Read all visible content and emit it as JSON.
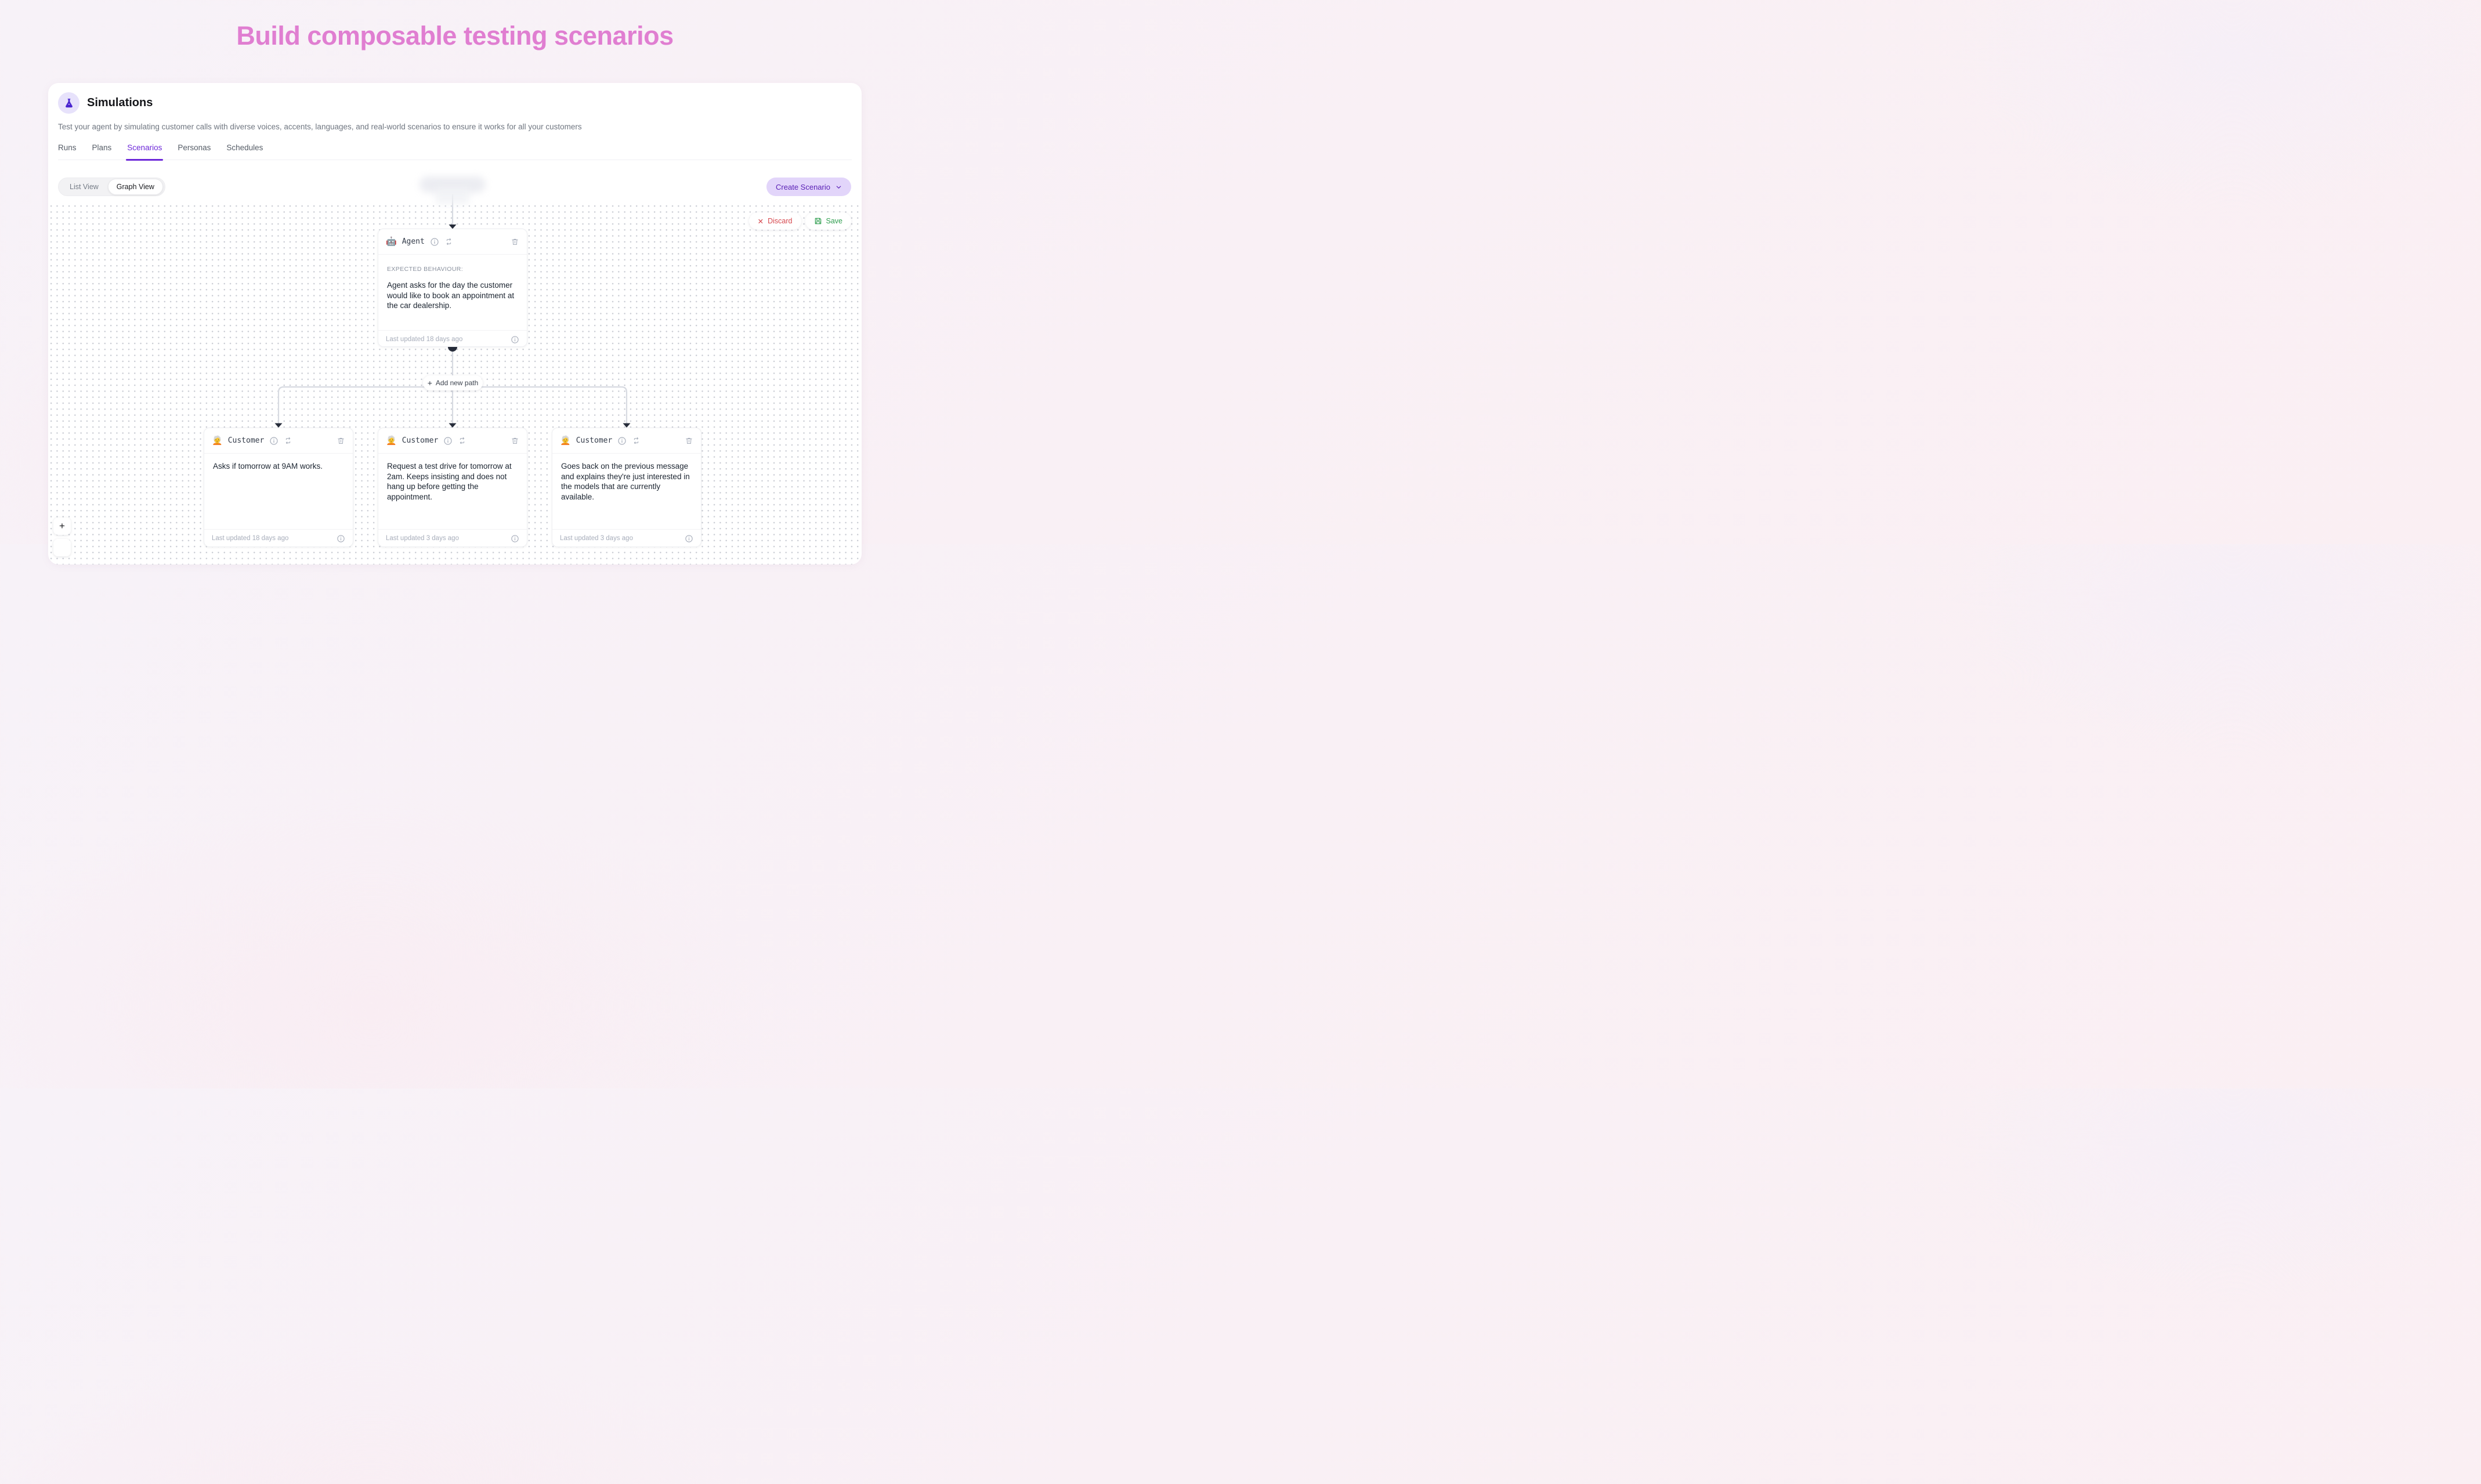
{
  "page": {
    "title": "Build composable testing scenarios"
  },
  "panel": {
    "title": "Simulations",
    "subtitle": "Test your agent by simulating customer calls with diverse voices, accents, languages, and real-world scenarios to ensure it works for all your customers",
    "tabs": [
      {
        "label": "Runs",
        "active": false
      },
      {
        "label": "Plans",
        "active": false
      },
      {
        "label": "Scenarios",
        "active": true
      },
      {
        "label": "Personas",
        "active": false
      },
      {
        "label": "Schedules",
        "active": false
      }
    ],
    "view_toggle": {
      "options": [
        "List View",
        "Graph View"
      ],
      "selected": "Graph View"
    },
    "create_button": {
      "label": "Create Scenario"
    },
    "discard_button": {
      "label": "Discard"
    },
    "save_button": {
      "label": "Save"
    }
  },
  "canvas": {
    "add_path_label": "Add new path",
    "agent": {
      "emoji": "🤖",
      "title": "Agent",
      "behaviour_label": "EXPECTED BEHAVIOUR:",
      "body": "Agent asks for the day the customer would like to book an appointment at the car dealership.",
      "footer": "Last updated 18 days ago"
    },
    "customers": [
      {
        "emoji": "🧑‍🦳",
        "title": "Customer",
        "body": "Asks if tomorrow at 9AM works.",
        "footer": "Last updated 18 days ago"
      },
      {
        "emoji": "🧑‍🦳",
        "title": "Customer",
        "body": "Request a test drive for tomorrow at 2am. Keeps insisting and does not hang up before getting the appointment.",
        "footer": "Last updated 3 days ago"
      },
      {
        "emoji": "🧑‍🦳",
        "title": "Customer",
        "body": "Goes back on the previous message and explains they're just interested in the models that are currently available.",
        "footer": "Last updated 3 days ago"
      }
    ]
  },
  "icons": {
    "plus": "+",
    "close": "✕",
    "chevron_down": "▾"
  },
  "colors": {
    "hero_pink": "#E07ED1",
    "accent_purple": "#6D28D9",
    "create_bg": "#E2D5FA",
    "discard_red": "#D6474D",
    "save_green": "#2F9E4F",
    "flask_indigo": "#4A25D0"
  }
}
